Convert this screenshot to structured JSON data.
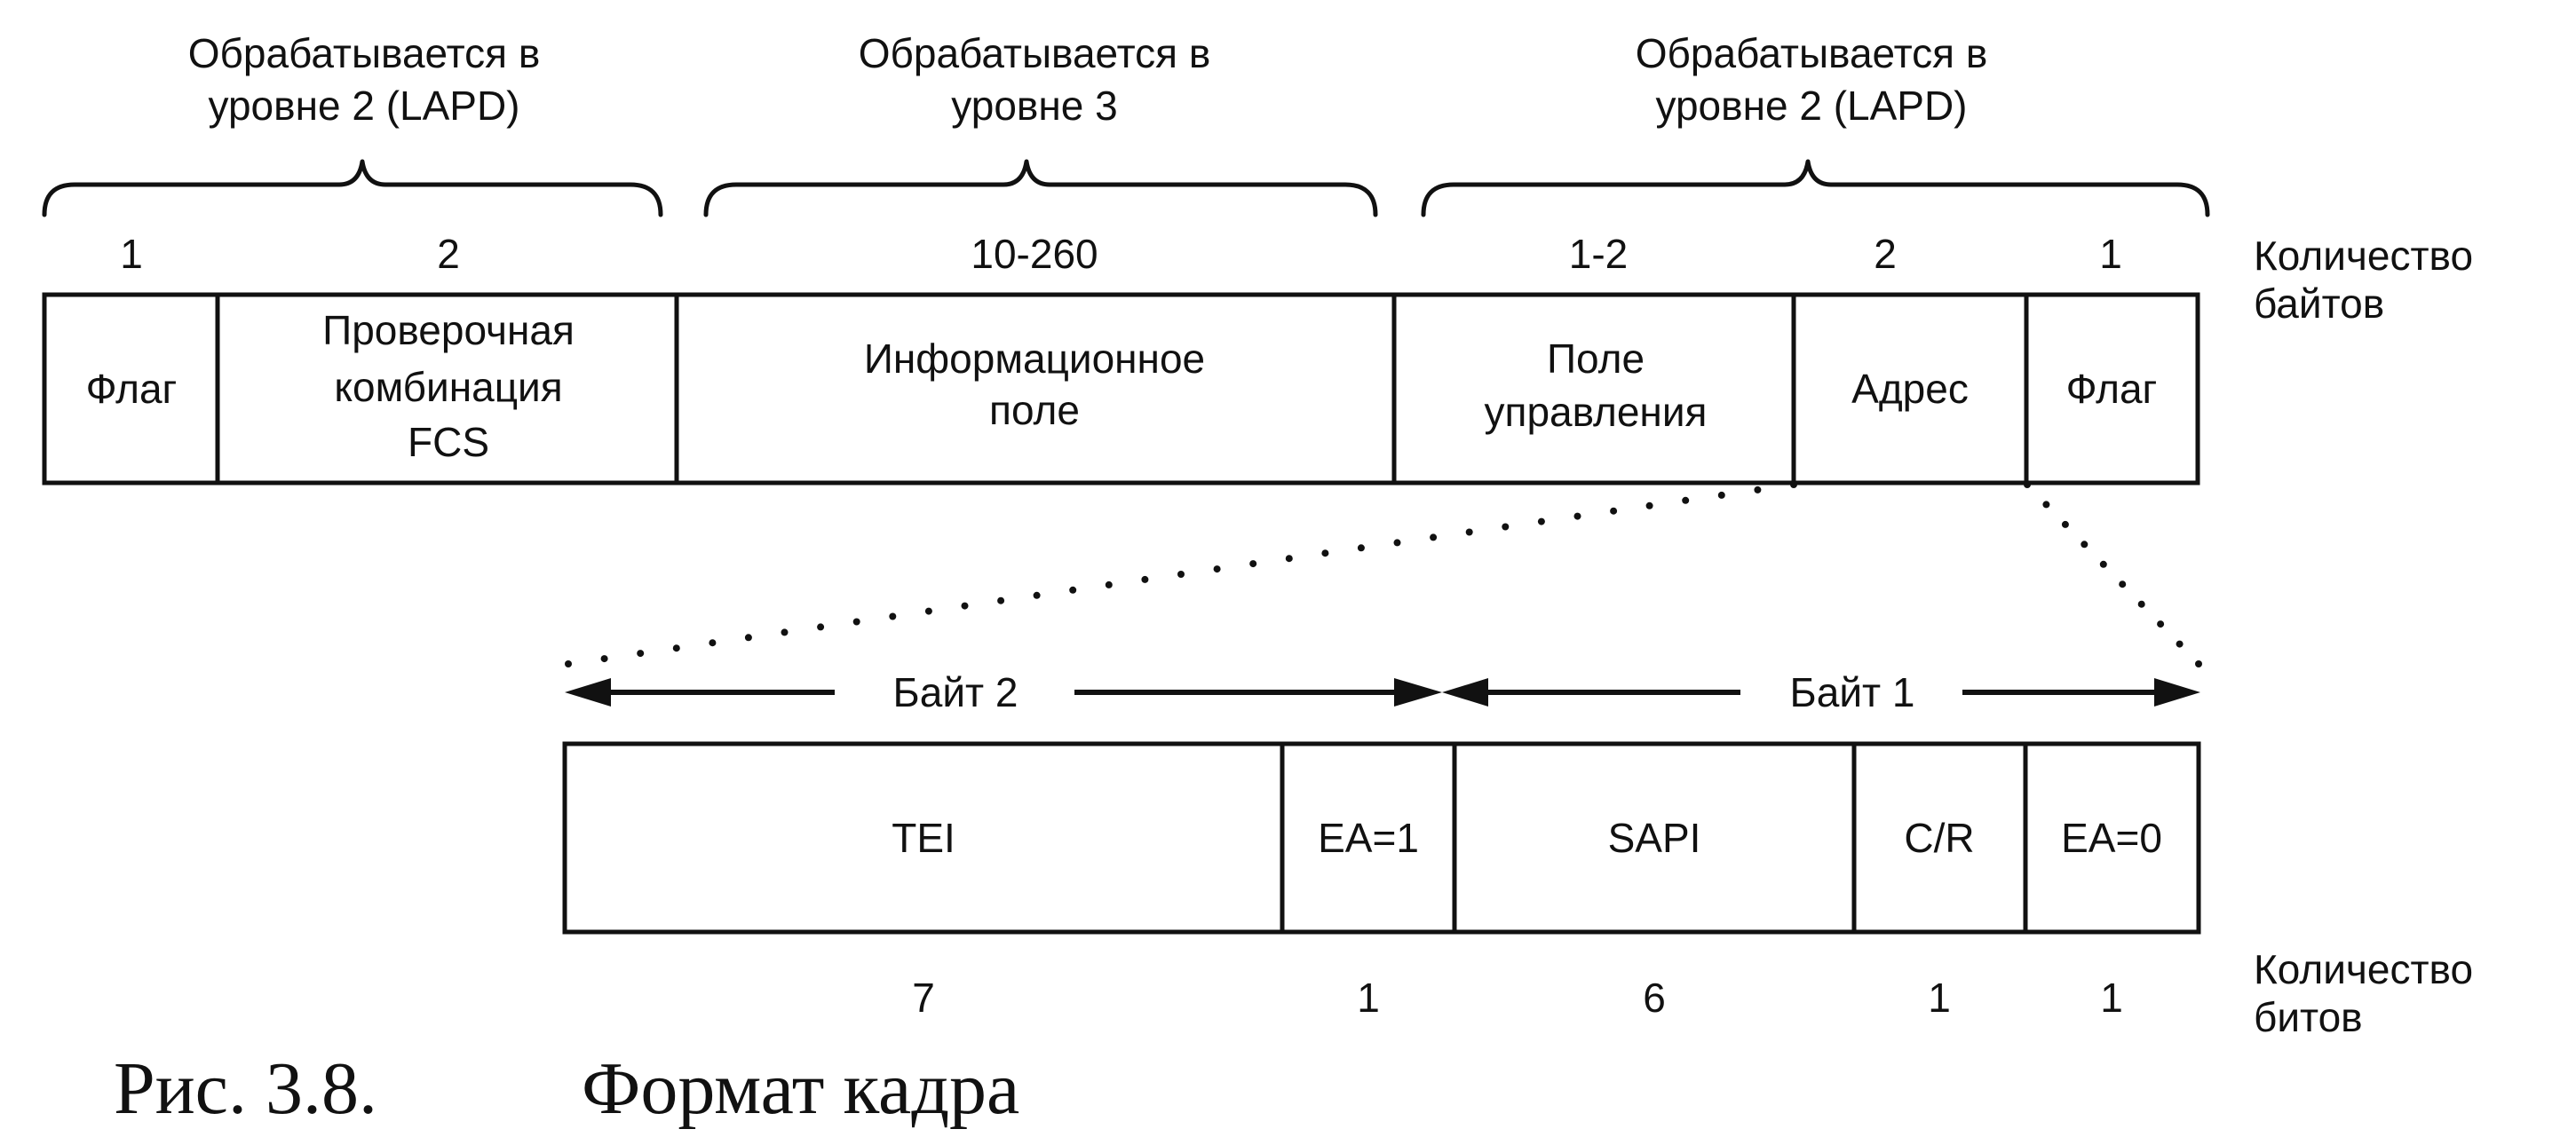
{
  "groups": [
    {
      "label_line1": "Обрабатывается в",
      "label_line2": "уровне 2 (LAPD)"
    },
    {
      "label_line1": "Обрабатывается в",
      "label_line2": "уровне 3"
    },
    {
      "label_line1": "Обрабатывается в",
      "label_line2": "уровне 2 (LAPD)"
    }
  ],
  "frame": {
    "unit_label_line1": "Количество",
    "unit_label_line2": "байтов",
    "fields": [
      {
        "count": "1",
        "lines": [
          "Флаг"
        ]
      },
      {
        "count": "2",
        "lines": [
          "Проверочная",
          "комбинация",
          "FCS"
        ]
      },
      {
        "count": "10-260",
        "lines": [
          "Информационное",
          "поле"
        ]
      },
      {
        "count": "1-2",
        "lines": [
          "Поле",
          "управления"
        ]
      },
      {
        "count": "2",
        "lines": [
          "Адрес"
        ]
      },
      {
        "count": "1",
        "lines": [
          "Флаг"
        ]
      }
    ]
  },
  "address": {
    "byte2_label": "Байт 2",
    "byte1_label": "Байт 1",
    "unit_label_line1": "Количество",
    "unit_label_line2": "битов",
    "fields": [
      {
        "name": "TEI",
        "bits": "7"
      },
      {
        "name": "EA=1",
        "bits": "1"
      },
      {
        "name": "SAPI",
        "bits": "6"
      },
      {
        "name": "C/R",
        "bits": "1"
      },
      {
        "name": "EA=0",
        "bits": "1"
      }
    ]
  },
  "caption": {
    "number": "Рис. 3.8.",
    "title": "Формат кадра"
  }
}
